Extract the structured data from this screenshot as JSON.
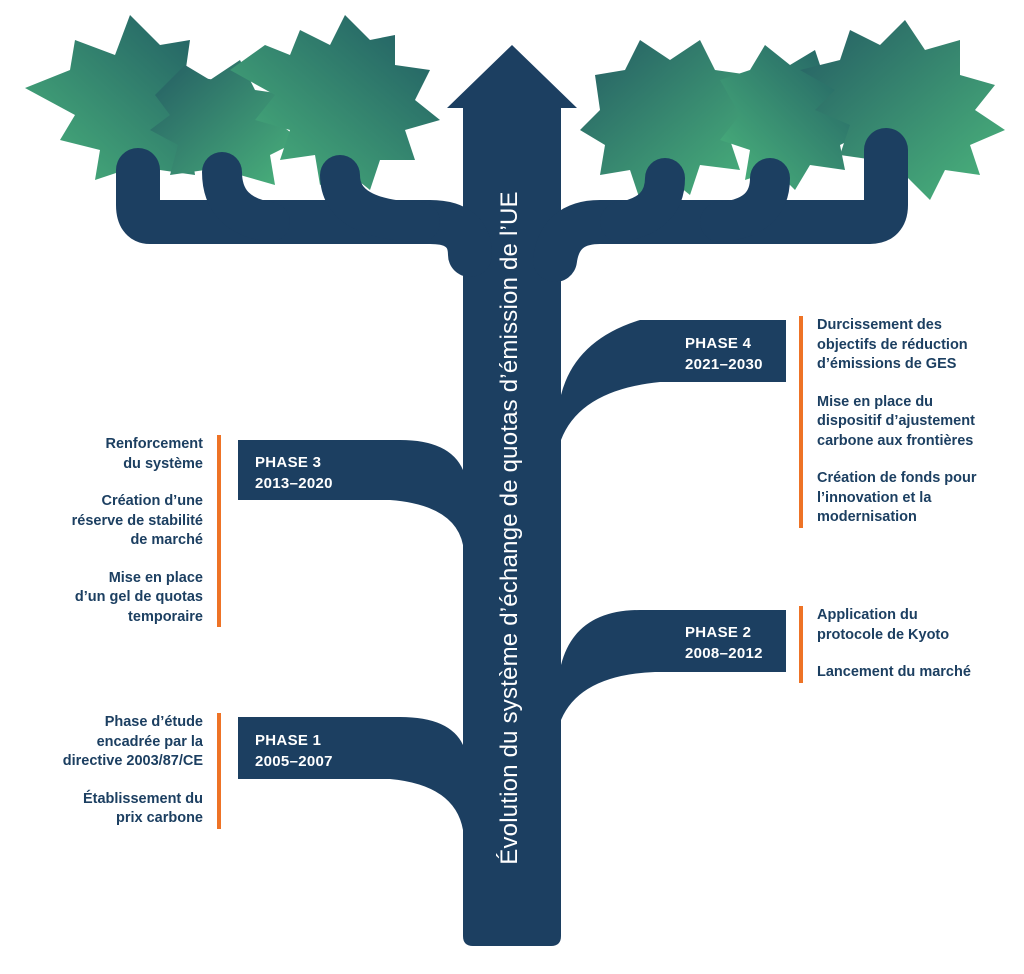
{
  "title": "Évolution du système d’échange de quotas d’émission de l’UE",
  "colors": {
    "trunk": "#1c3f61",
    "accent": "#ee7326",
    "leaf_light": "#4cb77d",
    "leaf_dark": "#235f63",
    "text": "#1c3f61"
  },
  "phases": [
    {
      "name": "PHASE 1",
      "period": "2005–2007",
      "notes": [
        "Phase d’étude\nencadrée par la\ndirective 2003/87/CE",
        "Établissement du\nprix carbone"
      ]
    },
    {
      "name": "PHASE 2",
      "period": "2008–2012",
      "notes": [
        "Application du\nprotocole de Kyoto",
        "Lancement du marché"
      ]
    },
    {
      "name": "PHASE 3",
      "period": "2013–2020",
      "notes": [
        "Renforcement\ndu système",
        "Création d’une\nréserve de stabilité\nde marché",
        "Mise en place\nd’un gel de quotas\ntemporaire"
      ]
    },
    {
      "name": "PHASE 4",
      "period": "2021–2030",
      "notes": [
        "Durcissement des\nobjectifs de réduction\nd’émissions de GES",
        "Mise en place du\ndispositif d’ajustement\ncarbone aux frontières",
        "Création de fonds pour\nl’innovation et la\nmodernisation"
      ]
    }
  ]
}
